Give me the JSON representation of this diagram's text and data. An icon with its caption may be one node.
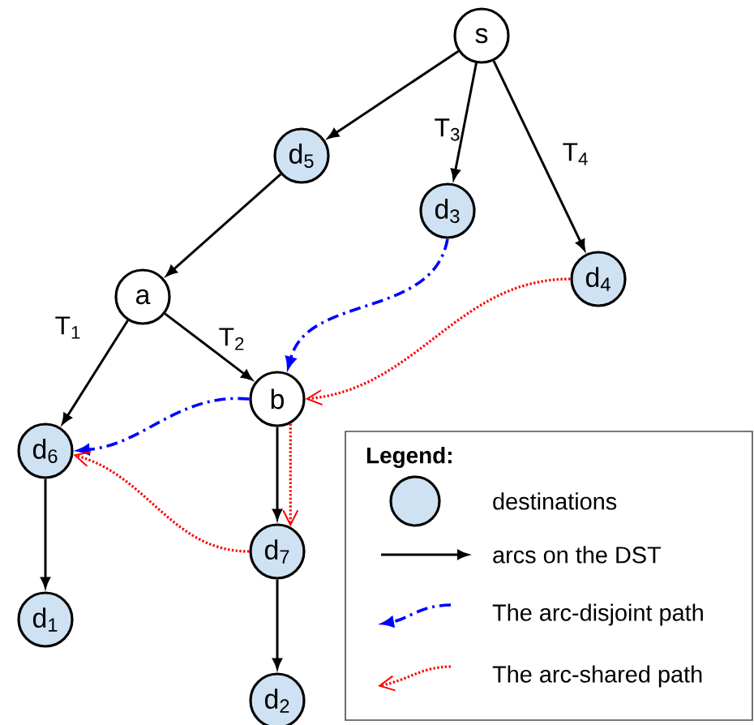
{
  "diagram": {
    "nodes": [
      {
        "text": [
          "s"
        ]
      },
      {
        "text": [
          "d$_{5}$"
        ]
      },
      {
        "text": [
          "d$_{3}$"
        ]
      },
      {
        "text": [
          "d$_{4}$"
        ]
      },
      {
        "text": [
          "a"
        ]
      },
      {
        "text": [
          "b"
        ]
      },
      {
        "text": [
          "d$_{6}$"
        ]
      },
      {
        "text": [
          "d$_{7}$"
        ]
      },
      {
        "text": [
          "d$_{1}$"
        ]
      },
      {
        "text": [
          "d$_{2}$"
        ]
      }
    ],
    "edges": [
      {
        "from": 0,
        "to": 1,
        "arrow": "to"
      },
      {
        "from": 0,
        "to": 2,
        "arrow": "to",
        "label": "T$_{3}$"
      },
      {
        "from": 0,
        "to": 3,
        "arrow": "to",
        "label": "T$_{4}$"
      },
      {
        "from": 1,
        "to": 4,
        "arrow": "to"
      },
      {
        "from": 4,
        "to": 6,
        "arrow": "to",
        "label": "T$_{1}$"
      },
      {
        "from": 4,
        "to": 5,
        "arrow": "to",
        "label": "T$_{2}$"
      },
      {
        "from": 5,
        "to": 7,
        "arrow": "to"
      },
      {
        "from": 6,
        "to": 8,
        "arrow": "to"
      },
      {
        "from": 7,
        "to": 9,
        "arrow": "to"
      },
      {
        "from": 2,
        "to": 5,
        "arrow": "to",
        "style": "dashed",
        "color": "#0000ff"
      },
      {
        "from": 5,
        "to": 6,
        "arrow": "to",
        "style": "dashed",
        "color": "#0000ff"
      },
      {
        "from": 3,
        "to": 5,
        "arrow": "to",
        "style": "dashed",
        "color": "#ff0000"
      },
      {
        "from": 5,
        "to": 7,
        "arrow": "to",
        "style": "dashed",
        "color": "#ff0000"
      },
      {
        "from": 7,
        "to": 6,
        "arrow": "to",
        "style": "dashed",
        "color": "#ff0000"
      }
    ],
    "labels": [
      "Legend:"
    ],
    "legend": [
      {
        "text": "destinations",
        "color": "#cfe2f3"
      },
      {
        "text": "arcs on the DST"
      },
      {
        "text": "The arc-disjoint path"
      },
      {
        "text": "The arc-shared path"
      }
    ]
  }
}
